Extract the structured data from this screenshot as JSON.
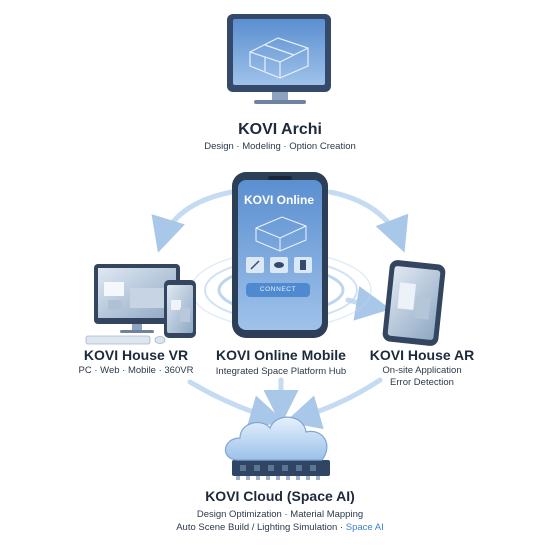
{
  "nodes": {
    "archi": {
      "title": "KOVI Archi",
      "subtitle": "Design · Modeling · Option Creation"
    },
    "online": {
      "screen_title": "KOVI Online",
      "button": "CONNECT"
    },
    "vr": {
      "title": "KOVI House VR",
      "subtitle": "PC · Web · Mobile · 360VR"
    },
    "mobile": {
      "title": "KOVI Online Mobile",
      "subtitle": "Integrated Space Platform Hub"
    },
    "ar": {
      "title": "KOVI House AR",
      "subtitle_line1": "On-site Application",
      "subtitle_line2": "Error Detection"
    },
    "cloud": {
      "title": "KOVI Cloud (Space AI)",
      "line1": "Design Optimization · Material Mapping",
      "line2_prefix": "Auto Scene Build / Lighting Simulation · ",
      "line2_accent": "Space AI"
    }
  },
  "icons": {
    "monitor": "monitor-icon",
    "phone": "smartphone-icon",
    "laptop": "laptop-icon",
    "tablet": "tablet-icon",
    "cloud": "cloud-icon",
    "chip": "chip-icon"
  },
  "colors": {
    "primary_blue": "#3d7fd1",
    "light_blue": "#bcd6f0",
    "dark_device": "#2d3f57",
    "text_dark": "#1c2a3a"
  }
}
